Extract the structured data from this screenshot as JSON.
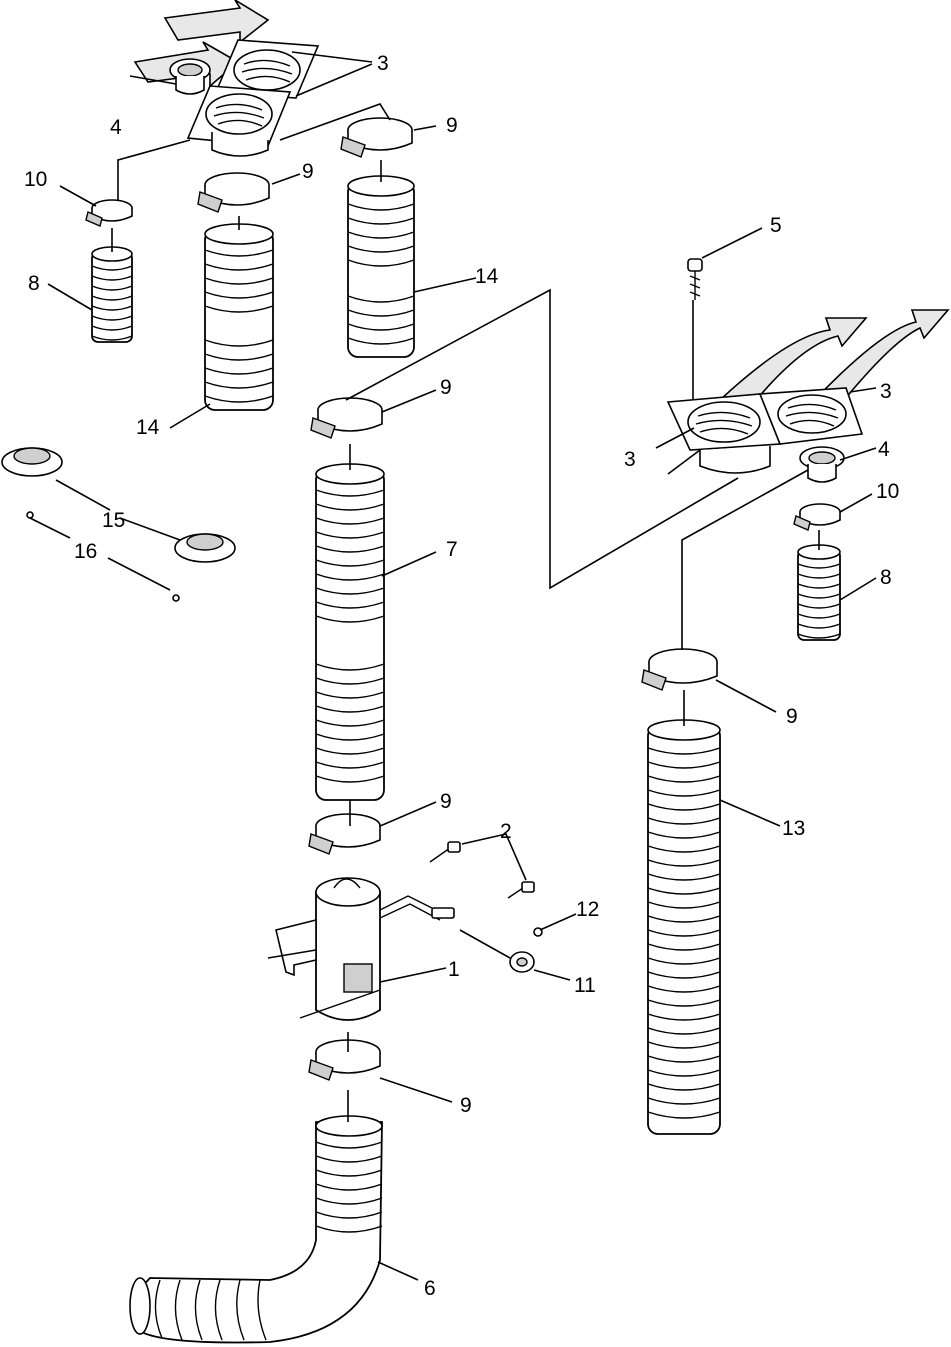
{
  "callouts": {
    "c1": "1",
    "c2": "2",
    "c3a": "3",
    "c3b": "3",
    "c3c": "3",
    "c4a": "4",
    "c4b": "4",
    "c5": "5",
    "c6": "6",
    "c7": "7",
    "c8a": "8",
    "c8b": "8",
    "c9a": "9",
    "c9b": "9",
    "c9c": "9",
    "c9d": "9",
    "c9e": "9",
    "c9f": "9",
    "c10a": "10",
    "c10b": "10",
    "c11": "11",
    "c12": "12",
    "c13": "13",
    "c14a": "14",
    "c14b": "14",
    "c15": "15",
    "c16": "16"
  }
}
